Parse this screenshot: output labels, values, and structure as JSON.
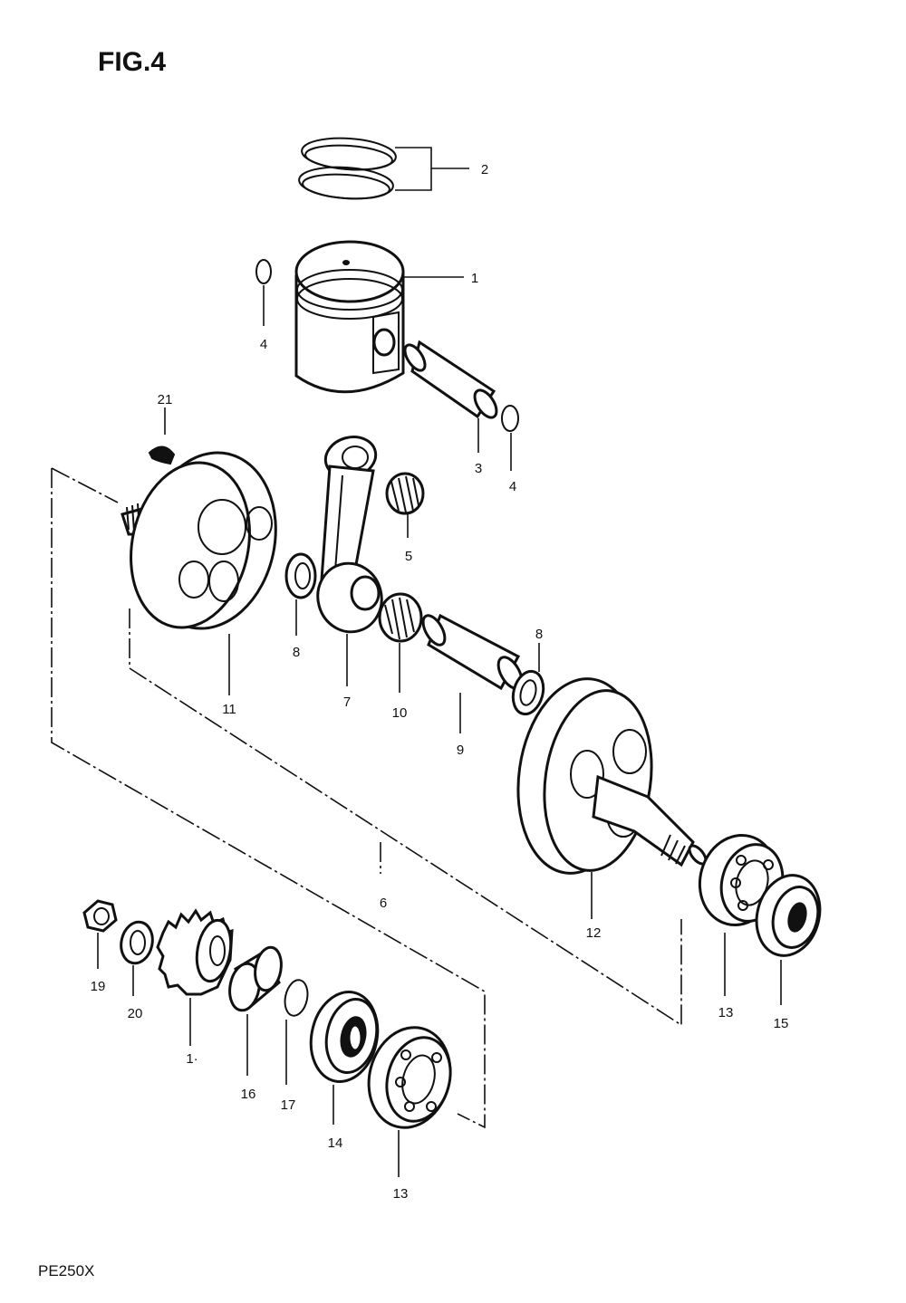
{
  "figure": {
    "title": "FIG.4",
    "model": "PE250X"
  },
  "parts": {
    "p1": "1",
    "p2": "2",
    "p3": "3",
    "p4a": "4",
    "p4b": "4",
    "p5": "5",
    "p6": "6",
    "p7": "7",
    "p8a": "8",
    "p8b": "8",
    "p9": "9",
    "p10": "10",
    "p11": "11",
    "p12": "12",
    "p13a": "13",
    "p13b": "13",
    "p14": "14",
    "p15": "15",
    "p16": "16",
    "p17": "17",
    "p18": "1·",
    "p19": "19",
    "p20": "20",
    "p21": "21"
  }
}
